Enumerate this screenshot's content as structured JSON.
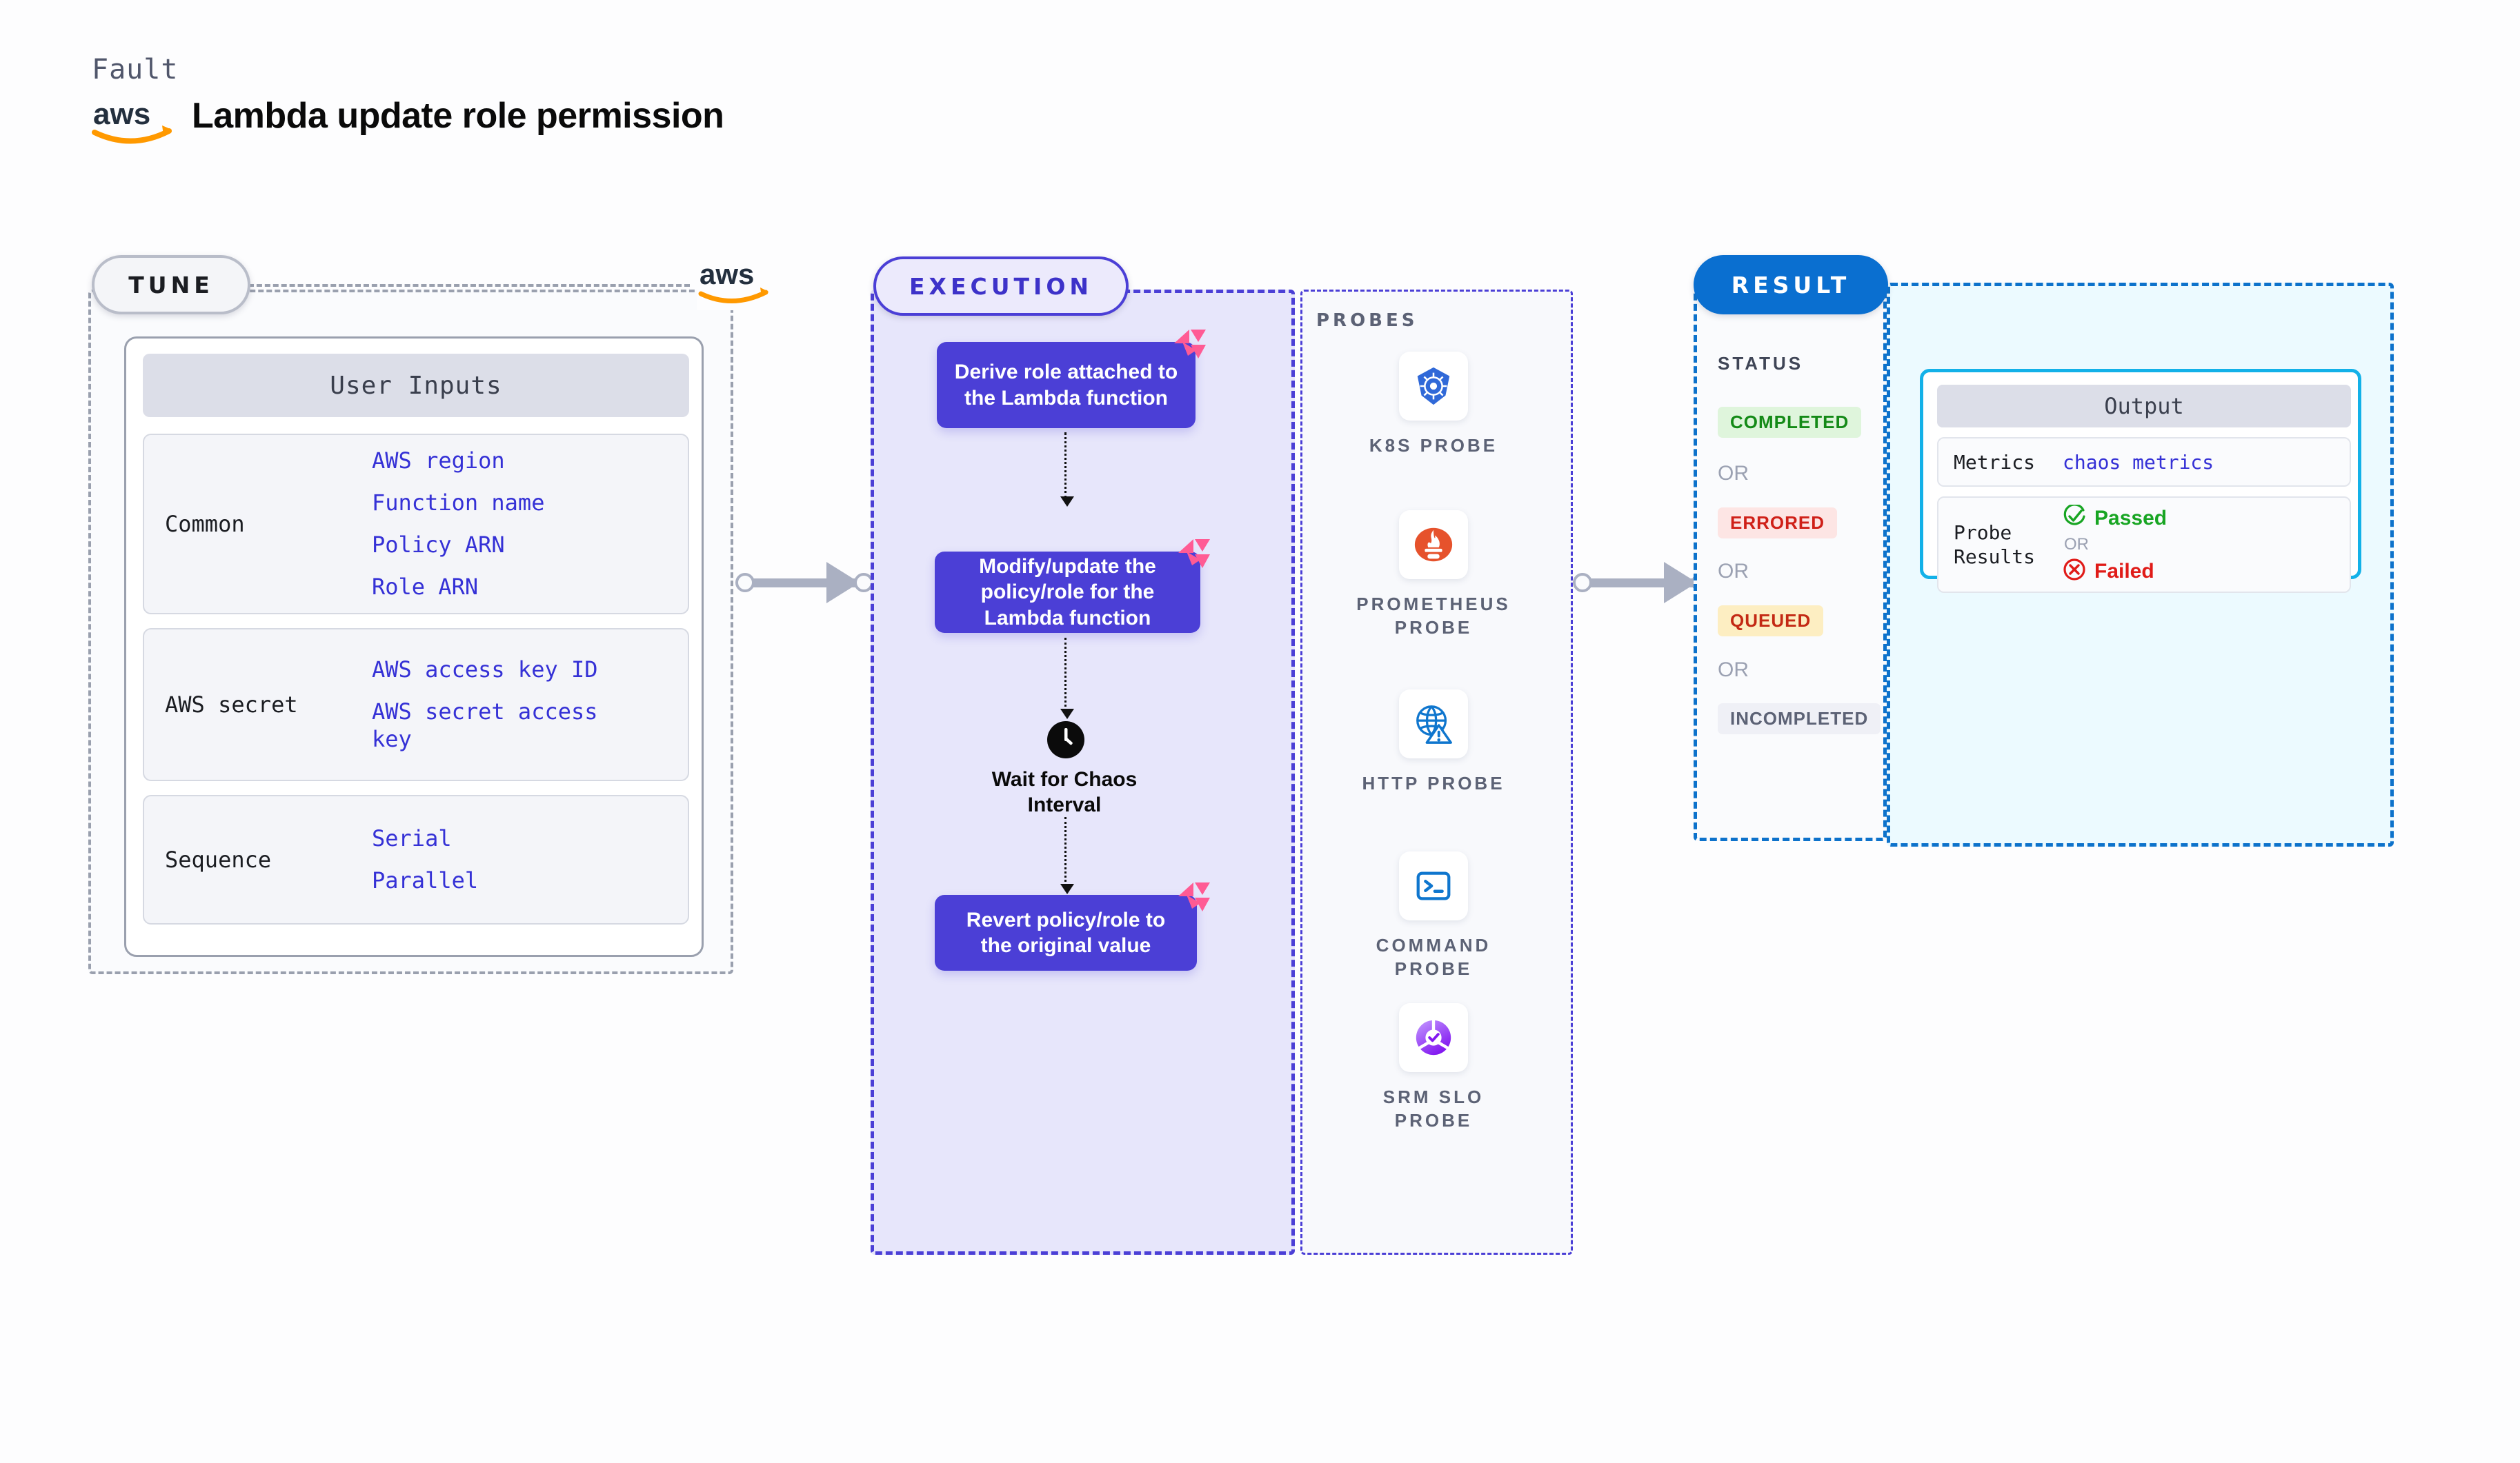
{
  "header": {
    "eyebrow": "Fault",
    "title": "Lambda update role permission",
    "logo_icon": "aws-logo"
  },
  "tune": {
    "badge": "TUNE",
    "logo_icon": "aws-logo",
    "card_title": "User Inputs",
    "groups": [
      {
        "label": "Common",
        "items": [
          "AWS region",
          "Function name",
          "Policy ARN",
          "Role ARN"
        ]
      },
      {
        "label": "AWS secret",
        "items": [
          "AWS access key ID",
          "AWS secret access key"
        ]
      },
      {
        "label": "Sequence",
        "items": [
          "Serial",
          "Parallel"
        ]
      }
    ]
  },
  "execution": {
    "badge": "EXECUTION",
    "steps": [
      {
        "text": "Derive role attached to the Lambda function",
        "icon": "litmus-logo-icon"
      },
      {
        "text": "Modify/update the policy/role for the Lambda function",
        "icon": "litmus-logo-icon"
      },
      {
        "text": "Revert policy/role to the original value",
        "icon": "litmus-logo-icon"
      }
    ],
    "wait": {
      "label": "Wait for Chaos Interval",
      "icon": "clock-icon"
    }
  },
  "probes": {
    "title": "PROBES",
    "items": [
      {
        "label": "K8S PROBE",
        "icon": "kubernetes-icon"
      },
      {
        "label": "PROMETHEUS PROBE",
        "icon": "prometheus-icon"
      },
      {
        "label": "HTTP PROBE",
        "icon": "http-globe-warning-icon"
      },
      {
        "label": "COMMAND PROBE",
        "icon": "terminal-icon"
      },
      {
        "label": "SRM SLO PROBE",
        "icon": "srm-slo-icon"
      }
    ]
  },
  "result": {
    "badge": "RESULT",
    "status_title": "STATUS",
    "or_label": "OR",
    "statuses": [
      {
        "label": "COMPLETED",
        "bg": "#dff5dc",
        "fg": "#148a17"
      },
      {
        "label": "ERRORED",
        "bg": "#fde5e4",
        "fg": "#cf2018"
      },
      {
        "label": "QUEUED",
        "bg": "#fdeec2",
        "fg": "#c32914"
      },
      {
        "label": "INCOMPLETED",
        "bg": "#eff0f6",
        "fg": "#5c6275"
      }
    ]
  },
  "output": {
    "card_title": "Output",
    "metrics_label": "Metrics",
    "metrics_value": "chaos metrics",
    "probe_results_label": "Probe Results",
    "passed_label": "Passed",
    "failed_label": "Failed",
    "or_label": "OR",
    "passed_icon": "check-circle-icon",
    "failed_icon": "x-circle-icon"
  },
  "colors": {
    "execution_purple": "#4b3fd6",
    "result_blue": "#0a6fd0",
    "output_cyan": "#13b1e8",
    "litmus_pink": "#ff5b94",
    "aws_orange": "#ff9900",
    "link_blue": "#3531d6"
  }
}
